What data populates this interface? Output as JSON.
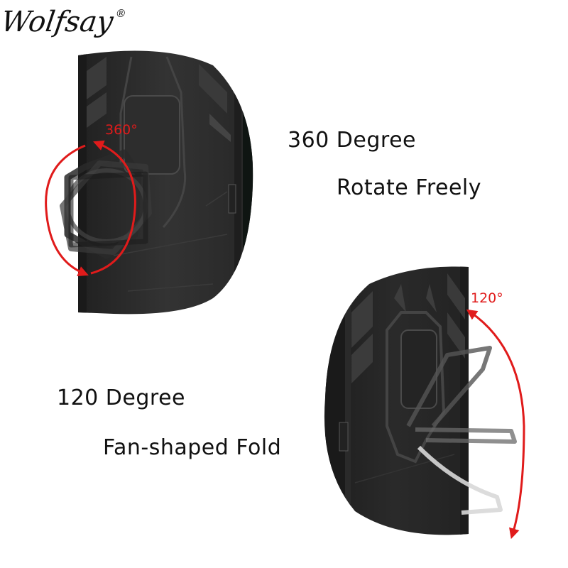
{
  "brand": {
    "name": "Wolfsay",
    "trademark": "®"
  },
  "feature_top": {
    "line1": "360 Degree",
    "line2": "Rotate Freely",
    "angle_label": "360°",
    "product_view": "phone-case-ring-rotate"
  },
  "feature_bottom": {
    "line1": "120 Degree",
    "line2": "Fan-shaped Fold",
    "angle_label": "120°",
    "product_view": "phone-case-ring-fold"
  },
  "colors": {
    "annotation_red": "#e01b1b",
    "case_black": "#2b2b2b",
    "background": "#ffffff",
    "text": "#111111"
  }
}
